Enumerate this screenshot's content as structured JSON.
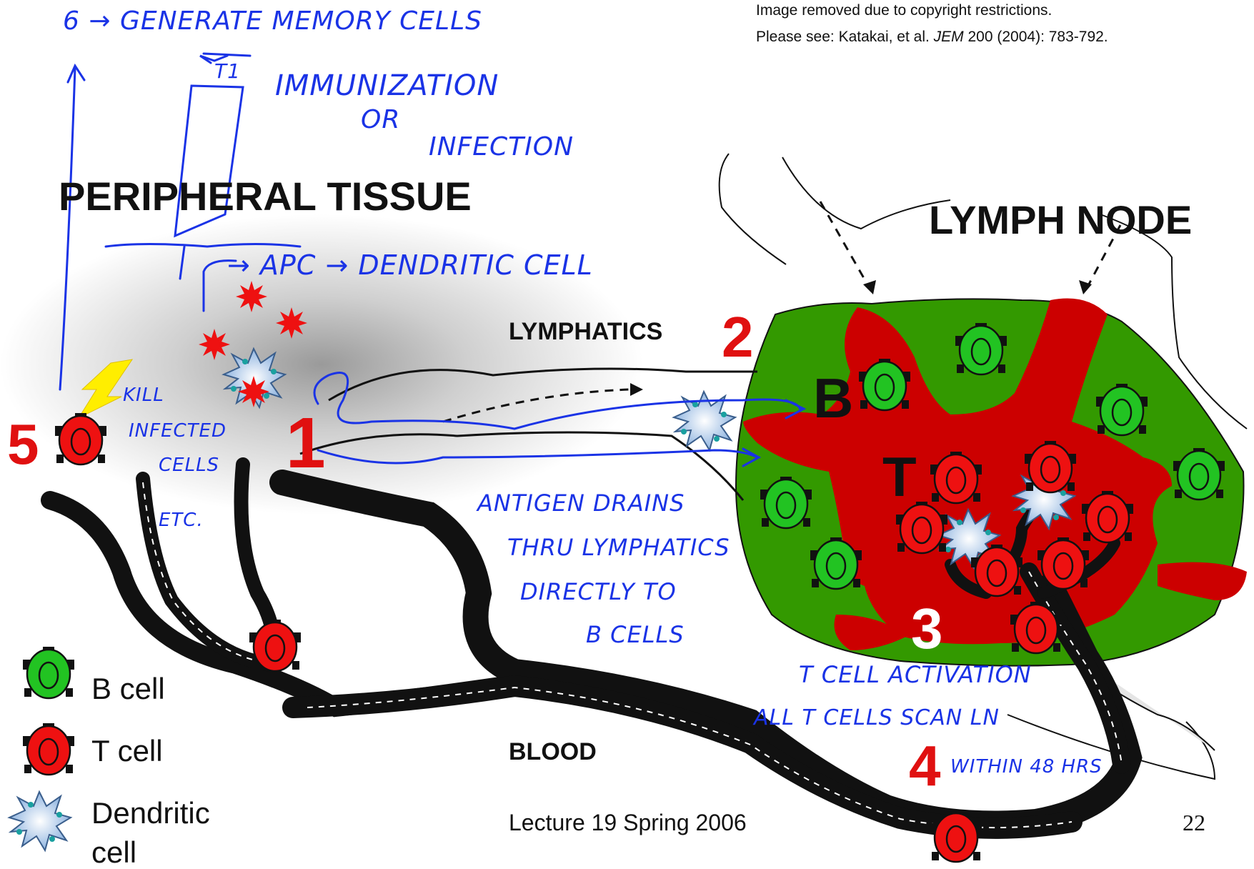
{
  "copyright": {
    "line1": "Image removed due to copyright restrictions.",
    "line2_prefix": "Please see: Katakai, et al. ",
    "line2_journal": "JEM",
    "line2_suffix": " 200 (2004): 783-792."
  },
  "regions": {
    "peripheral": "PERIPHERAL TISSUE",
    "lymph_node": "LYMPH NODE",
    "lymphatics": "LYMPHATICS",
    "blood": "BLOOD"
  },
  "node_labels": {
    "b": "B",
    "t": "T"
  },
  "steps": [
    "1",
    "2",
    "3",
    "4",
    "5"
  ],
  "legend": [
    {
      "label": "B cell"
    },
    {
      "label": "T cell"
    },
    {
      "label_line1": "Dendritic",
      "label_line2": "cell"
    }
  ],
  "footer": {
    "lecture": "Lecture 19 Spring 2006",
    "page": "22"
  },
  "annotations": {
    "generate": "6 → GENERATE MEMORY CELLS",
    "t1": "T1",
    "immunization": "IMMUNIZATION",
    "or": "OR",
    "infection": "INFECTION",
    "apc": "→ APC → DENDRITIC CELL",
    "kill_1": "KILL",
    "kill_2": "INFECTED",
    "kill_3": "CELLS",
    "etc": "ETC.",
    "antigen_1": "ANTIGEN DRAINS",
    "antigen_2": "THRU LYMPHATICS",
    "antigen_3": "DIRECTLY TO",
    "antigen_4": "B CELLS",
    "tcell_1": "T CELL ACTIVATION",
    "tcell_2": "ALL T CELLS SCAN LN",
    "tcell_3": "WITHIN 48 HRS"
  },
  "colors": {
    "b_cell": "#22c322",
    "t_cell": "#ee1111",
    "node_green": "#339900",
    "node_red": "#cc0000",
    "annotation_blue": "#1a33e6",
    "step_red": "#e01010",
    "step_white": "#ffffff"
  }
}
